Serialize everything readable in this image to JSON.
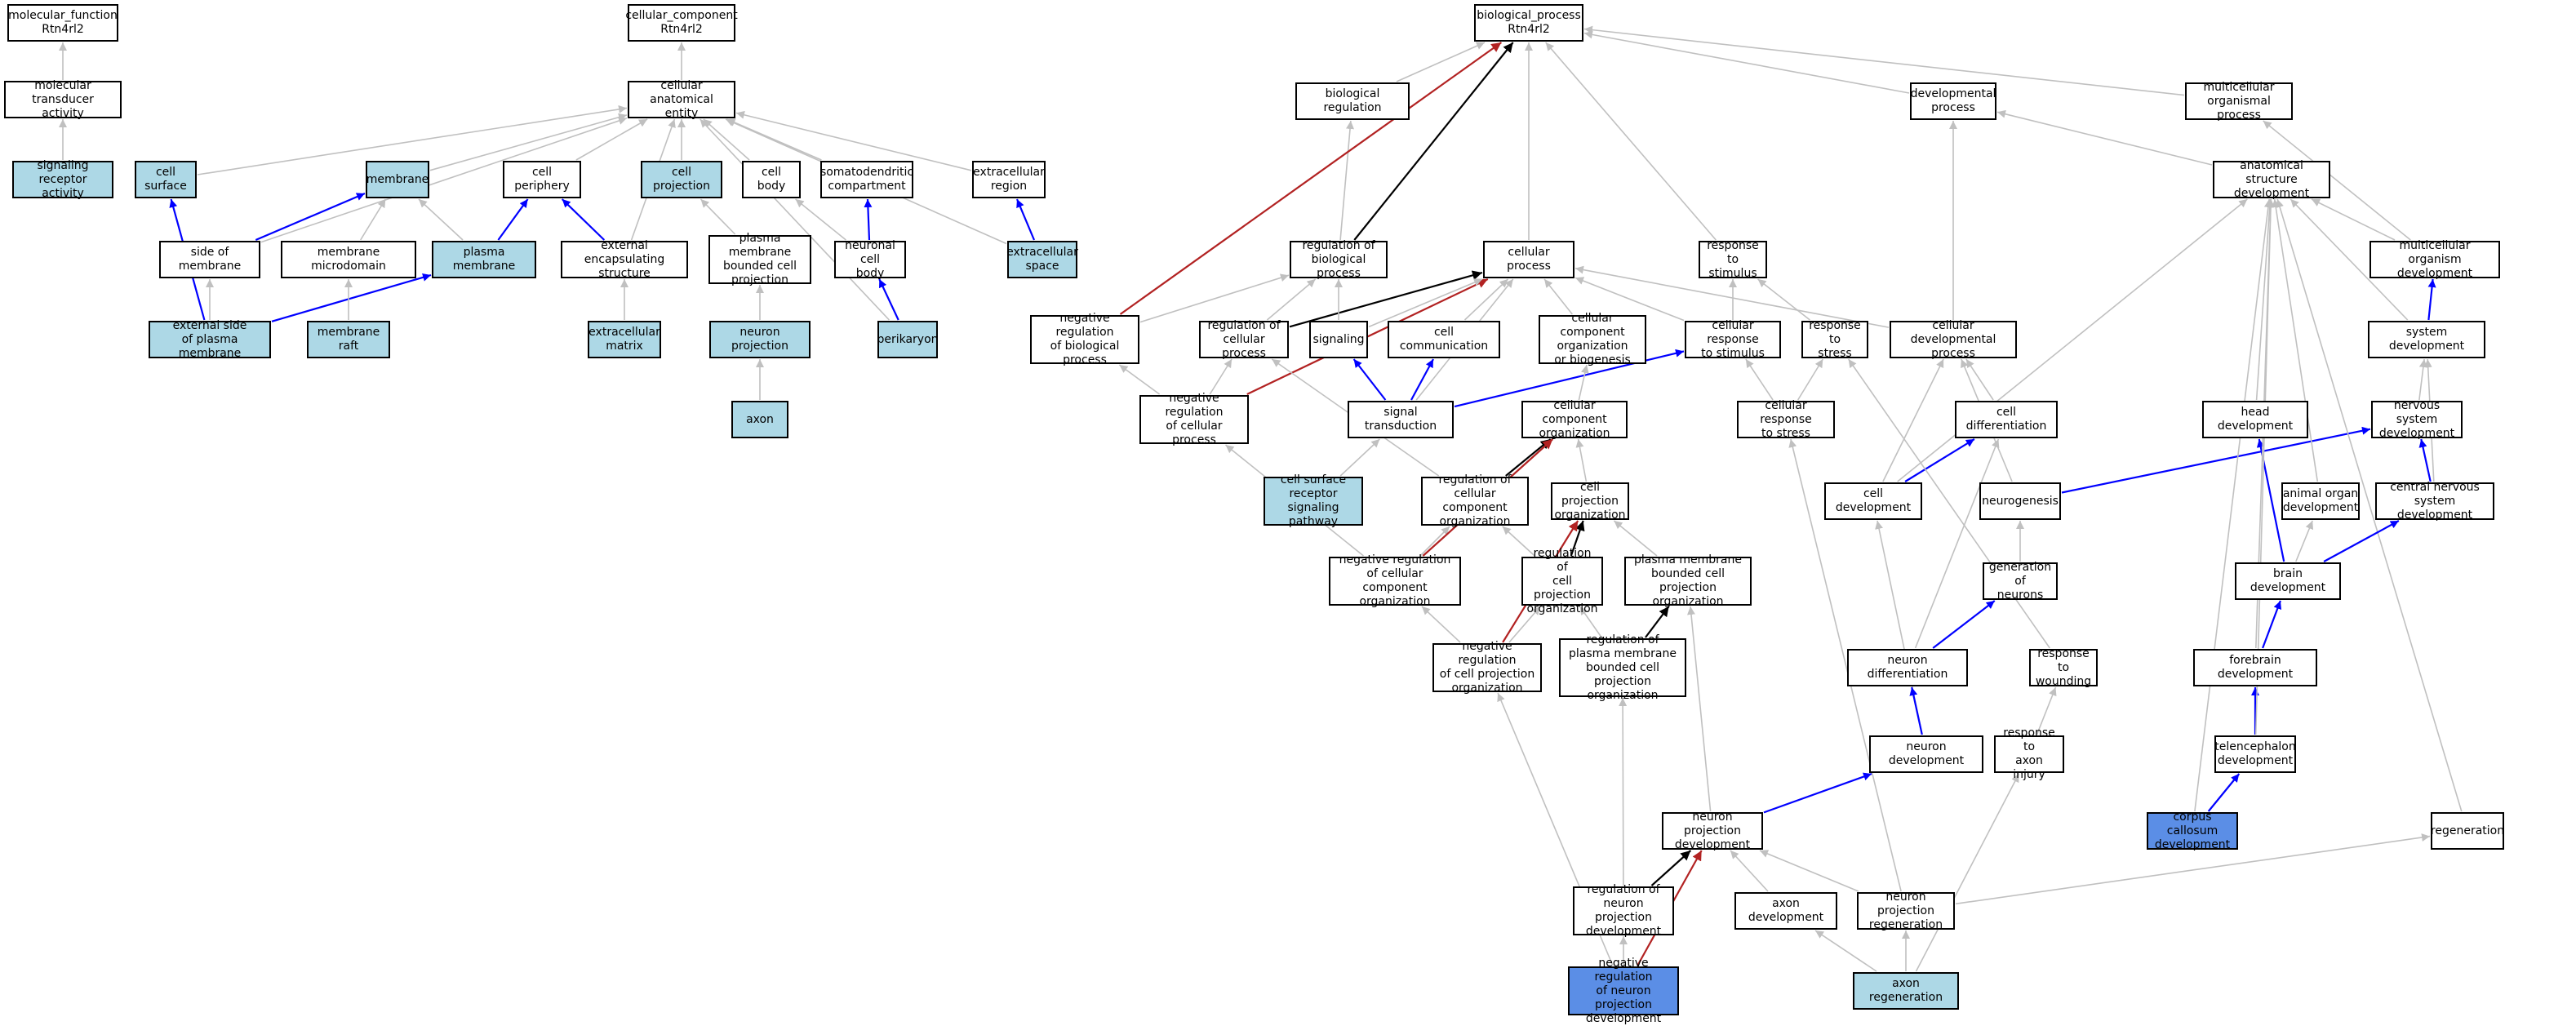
{
  "colors": {
    "background": "#ffffff",
    "node_default": "#ffffff",
    "node_light": "#add8e6",
    "node_dark": "#5b8ee6",
    "edge_is_a": "#c0c0c0",
    "edge_part_of": "#0000ff",
    "edge_regulates": "#000000",
    "edge_neg_regulates": "#b22222"
  },
  "nodes": {
    "mf_root": {
      "label": "molecular_function\nRtn4rl2",
      "fill": "white"
    },
    "mol_trans": {
      "label": "molecular transducer\nactivity",
      "fill": "white"
    },
    "sig_rec": {
      "label": "signaling receptor\nactivity",
      "fill": "light"
    },
    "cc_root": {
      "label": "cellular_component\nRtn4rl2",
      "fill": "white"
    },
    "cae": {
      "label": "cellular anatomical\nentity",
      "fill": "white"
    },
    "cell_surface": {
      "label": "cell surface",
      "fill": "light"
    },
    "membrane": {
      "label": "membrane",
      "fill": "light"
    },
    "cell_periphery": {
      "label": "cell periphery",
      "fill": "white"
    },
    "cell_projection": {
      "label": "cell projection",
      "fill": "light"
    },
    "cell_body": {
      "label": "cell body",
      "fill": "white"
    },
    "somato": {
      "label": "somatodendritic\ncompartment",
      "fill": "white"
    },
    "extra_region": {
      "label": "extracellular\nregion",
      "fill": "white"
    },
    "side_membrane": {
      "label": "side of membrane",
      "fill": "white"
    },
    "mem_micro": {
      "label": "membrane microdomain",
      "fill": "white"
    },
    "plasma_mem": {
      "label": "plasma membrane",
      "fill": "light"
    },
    "ext_encaps": {
      "label": "external encapsulating\nstructure",
      "fill": "white"
    },
    "pmbcp": {
      "label": "plasma membrane\nbounded cell\nprojection",
      "fill": "white"
    },
    "neuronal_cb": {
      "label": "neuronal cell\nbody",
      "fill": "white"
    },
    "extra_space": {
      "label": "extracellular\nspace",
      "fill": "light"
    },
    "ext_side_pm": {
      "label": "external side\nof plasma membrane",
      "fill": "light"
    },
    "mem_raft": {
      "label": "membrane raft",
      "fill": "light"
    },
    "extra_matrix": {
      "label": "extracellular\nmatrix",
      "fill": "light"
    },
    "neuron_proj": {
      "label": "neuron projection",
      "fill": "light"
    },
    "perikaryon": {
      "label": "perikaryon",
      "fill": "light"
    },
    "axon": {
      "label": "axon",
      "fill": "light"
    },
    "bp_root": {
      "label": "biological_process\nRtn4rl2",
      "fill": "white"
    },
    "bio_reg": {
      "label": "biological regulation",
      "fill": "white"
    },
    "dev_proc": {
      "label": "developmental\nprocess",
      "fill": "white"
    },
    "multi_proc": {
      "label": "multicellular\norganismal process",
      "fill": "white"
    },
    "anat_dev": {
      "label": "anatomical structure\ndevelopment",
      "fill": "white"
    },
    "reg_bp": {
      "label": "regulation of\nbiological process",
      "fill": "white"
    },
    "cell_proc": {
      "label": "cellular process",
      "fill": "white"
    },
    "resp_stim": {
      "label": "response to\nstimulus",
      "fill": "white"
    },
    "multi_dev": {
      "label": "multicellular\norganism development",
      "fill": "white"
    },
    "neg_reg_bp": {
      "label": "negative regulation\nof biological\nprocess",
      "fill": "white"
    },
    "reg_cp": {
      "label": "regulation of\ncellular process",
      "fill": "white"
    },
    "signaling": {
      "label": "signaling",
      "fill": "white"
    },
    "cell_comm": {
      "label": "cell communication",
      "fill": "white"
    },
    "ccob": {
      "label": "cellular component\norganization\nor biogenesis",
      "fill": "white"
    },
    "cell_resp_stim": {
      "label": "cellular response\nto stimulus",
      "fill": "white"
    },
    "resp_stress": {
      "label": "response to\nstress",
      "fill": "white"
    },
    "cell_dev_proc": {
      "label": "cellular developmental\nprocess",
      "fill": "white"
    },
    "system_dev": {
      "label": "system development",
      "fill": "white"
    },
    "neg_reg_cp": {
      "label": "negative regulation\nof cellular\nprocess",
      "fill": "white"
    },
    "sig_trans": {
      "label": "signal transduction",
      "fill": "white"
    },
    "cco": {
      "label": "cellular component\norganization",
      "fill": "white"
    },
    "cell_resp_stress": {
      "label": "cellular response\nto stress",
      "fill": "white"
    },
    "cell_diff": {
      "label": "cell differentiation",
      "fill": "white"
    },
    "head_dev": {
      "label": "head development",
      "fill": "white"
    },
    "ns_dev": {
      "label": "nervous system\ndevelopment",
      "fill": "white"
    },
    "csrsp": {
      "label": "cell surface\nreceptor signaling\npathway",
      "fill": "light"
    },
    "reg_cco": {
      "label": "regulation of\ncellular component\norganization",
      "fill": "white"
    },
    "cpo": {
      "label": "cell projection\norganization",
      "fill": "white"
    },
    "cell_dev": {
      "label": "cell development",
      "fill": "white"
    },
    "neurogenesis": {
      "label": "neurogenesis",
      "fill": "white"
    },
    "animal_organ": {
      "label": "animal organ\ndevelopment",
      "fill": "white"
    },
    "cns_dev": {
      "label": "central nervous\nsystem development",
      "fill": "white"
    },
    "neg_reg_cco": {
      "label": "negative regulation\nof cellular\ncomponent organization",
      "fill": "white"
    },
    "reg_cpo": {
      "label": "regulation of\ncell projection\norganization",
      "fill": "white"
    },
    "pmbcpo": {
      "label": "plasma membrane\nbounded cell\nprojection organization",
      "fill": "white"
    },
    "gen_neurons": {
      "label": "generation of\nneurons",
      "fill": "white"
    },
    "brain_dev": {
      "label": "brain development",
      "fill": "white"
    },
    "neg_reg_cpo": {
      "label": "negative regulation\nof cell projection\norganization",
      "fill": "white"
    },
    "reg_pmbcpo": {
      "label": "regulation of\nplasma membrane\nbounded cell\nprojection organization",
      "fill": "white"
    },
    "neuron_diff": {
      "label": "neuron differentiation",
      "fill": "white"
    },
    "resp_wound": {
      "label": "response to\nwounding",
      "fill": "white"
    },
    "forebrain_dev": {
      "label": "forebrain development",
      "fill": "white"
    },
    "neuron_dev": {
      "label": "neuron development",
      "fill": "white"
    },
    "resp_axon_inj": {
      "label": "response to\naxon injury",
      "fill": "white"
    },
    "telen_dev": {
      "label": "telencephalon\ndevelopment",
      "fill": "white"
    },
    "npd": {
      "label": "neuron projection\ndevelopment",
      "fill": "white"
    },
    "corpus": {
      "label": "corpus callosum\ndevelopment",
      "fill": "dark"
    },
    "regeneration": {
      "label": "regeneration",
      "fill": "white"
    },
    "reg_npd": {
      "label": "regulation of\nneuron projection\ndevelopment",
      "fill": "white"
    },
    "axon_dev": {
      "label": "axon development",
      "fill": "white"
    },
    "npr": {
      "label": "neuron projection\nregeneration",
      "fill": "white"
    },
    "neg_reg_npd": {
      "label": "negative regulation\nof neuron projection\ndevelopment",
      "fill": "dark"
    },
    "axon_regen": {
      "label": "axon regeneration",
      "fill": "light"
    }
  },
  "edges": [
    {
      "from": "mol_trans",
      "to": "mf_root",
      "type": "is_a"
    },
    {
      "from": "sig_rec",
      "to": "mol_trans",
      "type": "is_a"
    },
    {
      "from": "cae",
      "to": "cc_root",
      "type": "is_a"
    },
    {
      "from": "cell_surface",
      "to": "cae",
      "type": "is_a"
    },
    {
      "from": "membrane",
      "to": "cae",
      "type": "is_a"
    },
    {
      "from": "cell_periphery",
      "to": "cae",
      "type": "is_a"
    },
    {
      "from": "cell_projection",
      "to": "cae",
      "type": "is_a"
    },
    {
      "from": "cell_body",
      "to": "cae",
      "type": "is_a"
    },
    {
      "from": "somato",
      "to": "cae",
      "type": "is_a"
    },
    {
      "from": "extra_region",
      "to": "cae",
      "type": "is_a"
    },
    {
      "from": "side_membrane",
      "to": "cae",
      "type": "is_a"
    },
    {
      "from": "ext_encaps",
      "to": "cae",
      "type": "is_a"
    },
    {
      "from": "extra_space",
      "to": "cae",
      "type": "is_a"
    },
    {
      "from": "perikaryon",
      "to": "cae",
      "type": "is_a"
    },
    {
      "from": "side_membrane",
      "to": "membrane",
      "type": "part_of"
    },
    {
      "from": "mem_micro",
      "to": "membrane",
      "type": "is_a"
    },
    {
      "from": "plasma_mem",
      "to": "membrane",
      "type": "is_a"
    },
    {
      "from": "plasma_mem",
      "to": "cell_periphery",
      "type": "part_of"
    },
    {
      "from": "ext_encaps",
      "to": "cell_periphery",
      "type": "part_of"
    },
    {
      "from": "pmbcp",
      "to": "cell_projection",
      "type": "is_a"
    },
    {
      "from": "neuronal_cb",
      "to": "cell_body",
      "type": "is_a"
    },
    {
      "from": "neuronal_cb",
      "to": "somato",
      "type": "part_of"
    },
    {
      "from": "extra_space",
      "to": "extra_region",
      "type": "part_of"
    },
    {
      "from": "ext_side_pm",
      "to": "cell_surface",
      "type": "part_of"
    },
    {
      "from": "ext_side_pm",
      "to": "side_membrane",
      "type": "is_a"
    },
    {
      "from": "ext_side_pm",
      "to": "plasma_mem",
      "type": "part_of"
    },
    {
      "from": "mem_raft",
      "to": "mem_micro",
      "type": "is_a"
    },
    {
      "from": "extra_matrix",
      "to": "ext_encaps",
      "type": "is_a"
    },
    {
      "from": "neuron_proj",
      "to": "pmbcp",
      "type": "is_a"
    },
    {
      "from": "perikaryon",
      "to": "neuronal_cb",
      "type": "part_of"
    },
    {
      "from": "axon",
      "to": "neuron_proj",
      "type": "is_a"
    },
    {
      "from": "bio_reg",
      "to": "bp_root",
      "type": "is_a"
    },
    {
      "from": "dev_proc",
      "to": "bp_root",
      "type": "is_a"
    },
    {
      "from": "multi_proc",
      "to": "bp_root",
      "type": "is_a"
    },
    {
      "from": "cell_proc",
      "to": "bp_root",
      "type": "is_a"
    },
    {
      "from": "resp_stim",
      "to": "bp_root",
      "type": "is_a"
    },
    {
      "from": "reg_bp",
      "to": "bio_reg",
      "type": "is_a"
    },
    {
      "from": "reg_bp",
      "to": "bp_root",
      "type": "regulates"
    },
    {
      "from": "neg_reg_bp",
      "to": "bp_root",
      "type": "neg_regulates"
    },
    {
      "from": "anat_dev",
      "to": "dev_proc",
      "type": "is_a"
    },
    {
      "from": "multi_dev",
      "to": "multi_proc",
      "type": "is_a"
    },
    {
      "from": "multi_dev",
      "to": "anat_dev",
      "type": "is_a"
    },
    {
      "from": "system_dev",
      "to": "multi_dev",
      "type": "part_of"
    },
    {
      "from": "system_dev",
      "to": "anat_dev",
      "type": "is_a"
    },
    {
      "from": "neg_reg_bp",
      "to": "reg_bp",
      "type": "is_a"
    },
    {
      "from": "reg_cp",
      "to": "reg_bp",
      "type": "is_a"
    },
    {
      "from": "reg_cp",
      "to": "cell_proc",
      "type": "regulates"
    },
    {
      "from": "neg_reg_cp",
      "to": "neg_reg_bp",
      "type": "is_a"
    },
    {
      "from": "neg_reg_cp",
      "to": "reg_cp",
      "type": "is_a"
    },
    {
      "from": "neg_reg_cp",
      "to": "cell_proc",
      "type": "neg_regulates"
    },
    {
      "from": "signaling",
      "to": "reg_bp",
      "type": "is_a"
    },
    {
      "from": "signaling",
      "to": "cell_proc",
      "type": "is_a"
    },
    {
      "from": "cell_comm",
      "to": "cell_proc",
      "type": "is_a"
    },
    {
      "from": "ccob",
      "to": "cell_proc",
      "type": "is_a"
    },
    {
      "from": "cell_resp_stim",
      "to": "cell_proc",
      "type": "is_a"
    },
    {
      "from": "cell_resp_stim",
      "to": "resp_stim",
      "type": "is_a"
    },
    {
      "from": "cell_dev_proc",
      "to": "cell_proc",
      "type": "is_a"
    },
    {
      "from": "cell_dev_proc",
      "to": "dev_proc",
      "type": "is_a"
    },
    {
      "from": "resp_stress",
      "to": "resp_stim",
      "type": "is_a"
    },
    {
      "from": "sig_trans",
      "to": "signaling",
      "type": "part_of"
    },
    {
      "from": "sig_trans",
      "to": "cell_comm",
      "type": "part_of"
    },
    {
      "from": "sig_trans",
      "to": "cell_resp_stim",
      "type": "part_of"
    },
    {
      "from": "sig_trans",
      "to": "cell_proc",
      "type": "is_a"
    },
    {
      "from": "cco",
      "to": "ccob",
      "type": "is_a"
    },
    {
      "from": "cell_resp_stress",
      "to": "cell_resp_stim",
      "type": "is_a"
    },
    {
      "from": "cell_resp_stress",
      "to": "resp_stress",
      "type": "is_a"
    },
    {
      "from": "cell_diff",
      "to": "cell_dev_proc",
      "type": "is_a"
    },
    {
      "from": "csrsp",
      "to": "sig_trans",
      "type": "is_a"
    },
    {
      "from": "reg_cco",
      "to": "reg_cp",
      "type": "is_a"
    },
    {
      "from": "reg_cco",
      "to": "cco",
      "type": "regulates"
    },
    {
      "from": "cpo",
      "to": "cco",
      "type": "is_a"
    },
    {
      "from": "neg_reg_cco",
      "to": "neg_reg_cp",
      "type": "is_a"
    },
    {
      "from": "neg_reg_cco",
      "to": "reg_cco",
      "type": "is_a"
    },
    {
      "from": "neg_reg_cco",
      "to": "cco",
      "type": "neg_regulates"
    },
    {
      "from": "reg_cpo",
      "to": "reg_cco",
      "type": "is_a"
    },
    {
      "from": "reg_cpo",
      "to": "cpo",
      "type": "regulates"
    },
    {
      "from": "pmbcpo",
      "to": "cpo",
      "type": "is_a"
    },
    {
      "from": "neg_reg_cpo",
      "to": "neg_reg_cco",
      "type": "is_a"
    },
    {
      "from": "neg_reg_cpo",
      "to": "reg_cpo",
      "type": "is_a"
    },
    {
      "from": "neg_reg_cpo",
      "to": "cpo",
      "type": "neg_regulates"
    },
    {
      "from": "reg_pmbcpo",
      "to": "reg_cpo",
      "type": "is_a"
    },
    {
      "from": "reg_pmbcpo",
      "to": "pmbcpo",
      "type": "regulates"
    },
    {
      "from": "cell_dev",
      "to": "cell_dev_proc",
      "type": "is_a"
    },
    {
      "from": "cell_dev",
      "to": "anat_dev",
      "type": "is_a"
    },
    {
      "from": "cell_dev",
      "to": "cell_diff",
      "type": "part_of"
    },
    {
      "from": "neurogenesis",
      "to": "cell_dev_proc",
      "type": "is_a"
    },
    {
      "from": "neurogenesis",
      "to": "ns_dev",
      "type": "part_of"
    },
    {
      "from": "gen_neurons",
      "to": "neurogenesis",
      "type": "is_a"
    },
    {
      "from": "neuron_diff",
      "to": "cell_diff",
      "type": "is_a"
    },
    {
      "from": "neuron_diff",
      "to": "gen_neurons",
      "type": "part_of"
    },
    {
      "from": "neuron_dev",
      "to": "cell_dev",
      "type": "is_a"
    },
    {
      "from": "neuron_dev",
      "to": "neuron_diff",
      "type": "part_of"
    },
    {
      "from": "npd",
      "to": "neuron_dev",
      "type": "part_of"
    },
    {
      "from": "npd",
      "to": "pmbcpo",
      "type": "is_a"
    },
    {
      "from": "reg_npd",
      "to": "reg_pmbcpo",
      "type": "is_a"
    },
    {
      "from": "reg_npd",
      "to": "npd",
      "type": "regulates"
    },
    {
      "from": "neg_reg_npd",
      "to": "neg_reg_cpo",
      "type": "is_a"
    },
    {
      "from": "neg_reg_npd",
      "to": "reg_npd",
      "type": "is_a"
    },
    {
      "from": "neg_reg_npd",
      "to": "npd",
      "type": "neg_regulates"
    },
    {
      "from": "axon_dev",
      "to": "npd",
      "type": "is_a"
    },
    {
      "from": "npr",
      "to": "npd",
      "type": "is_a"
    },
    {
      "from": "npr",
      "to": "regeneration",
      "type": "is_a"
    },
    {
      "from": "npr",
      "to": "cell_resp_stress",
      "type": "is_a"
    },
    {
      "from": "axon_regen",
      "to": "axon_dev",
      "type": "is_a"
    },
    {
      "from": "axon_regen",
      "to": "npr",
      "type": "is_a"
    },
    {
      "from": "axon_regen",
      "to": "resp_axon_inj",
      "type": "is_a"
    },
    {
      "from": "resp_axon_inj",
      "to": "resp_wound",
      "type": "is_a"
    },
    {
      "from": "resp_wound",
      "to": "resp_stress",
      "type": "is_a"
    },
    {
      "from": "regeneration",
      "to": "anat_dev",
      "type": "is_a"
    },
    {
      "from": "head_dev",
      "to": "anat_dev",
      "type": "is_a"
    },
    {
      "from": "animal_organ",
      "to": "anat_dev",
      "type": "is_a"
    },
    {
      "from": "ns_dev",
      "to": "system_dev",
      "type": "is_a"
    },
    {
      "from": "cns_dev",
      "to": "ns_dev",
      "type": "part_of"
    },
    {
      "from": "cns_dev",
      "to": "system_dev",
      "type": "is_a"
    },
    {
      "from": "brain_dev",
      "to": "head_dev",
      "type": "part_of"
    },
    {
      "from": "brain_dev",
      "to": "animal_organ",
      "type": "is_a"
    },
    {
      "from": "brain_dev",
      "to": "cns_dev",
      "type": "part_of"
    },
    {
      "from": "forebrain_dev",
      "to": "brain_dev",
      "type": "part_of"
    },
    {
      "from": "forebrain_dev",
      "to": "anat_dev",
      "type": "is_a"
    },
    {
      "from": "telen_dev",
      "to": "forebrain_dev",
      "type": "part_of"
    },
    {
      "from": "telen_dev",
      "to": "anat_dev",
      "type": "is_a"
    },
    {
      "from": "corpus",
      "to": "telen_dev",
      "type": "part_of"
    },
    {
      "from": "corpus",
      "to": "anat_dev",
      "type": "is_a"
    }
  ]
}
